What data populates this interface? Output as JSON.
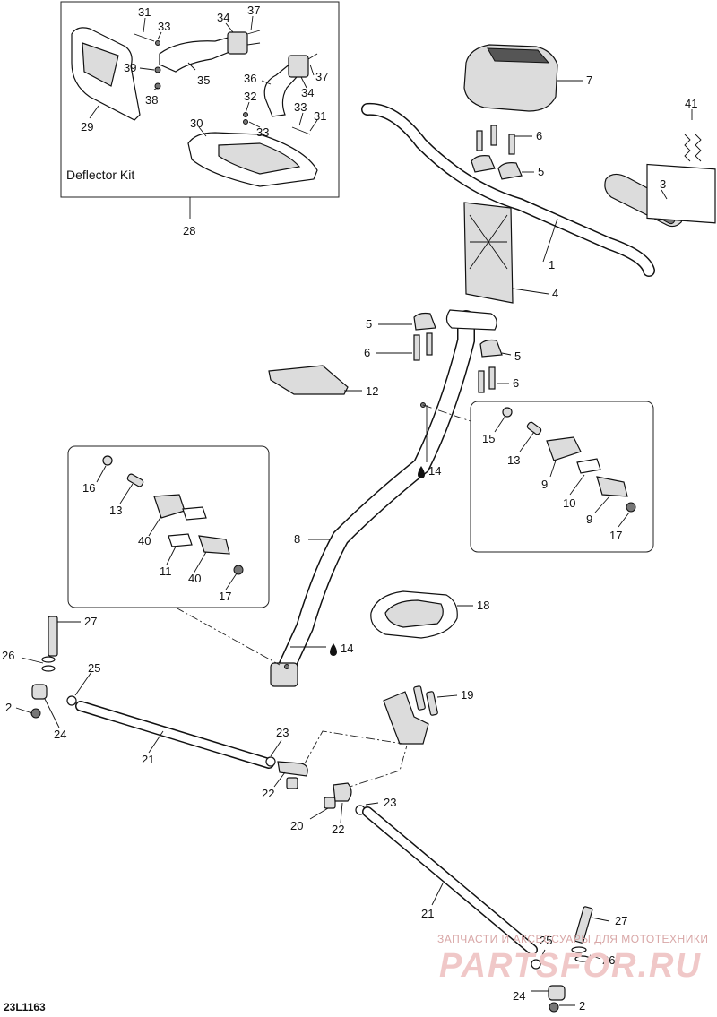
{
  "diagram": {
    "doc_code": "23L1163",
    "kit_label": "Deflector Kit",
    "watermark_caption": "ЗАПЧАСТИ И АКСЕССУАРЫ ДЛЯ МОТОТЕХНИКИ",
    "watermark_brand": "PARTSFOR.RU",
    "callouts": [
      "1",
      "2",
      "3",
      "4",
      "5",
      "6",
      "7",
      "8",
      "9",
      "10",
      "11",
      "12",
      "13",
      "14",
      "15",
      "16",
      "17",
      "18",
      "19",
      "20",
      "21",
      "22",
      "23",
      "24",
      "25",
      "26",
      "27",
      "28",
      "29",
      "30",
      "31",
      "32",
      "33",
      "34",
      "35",
      "36",
      "37",
      "38",
      "39",
      "40",
      "41"
    ]
  }
}
